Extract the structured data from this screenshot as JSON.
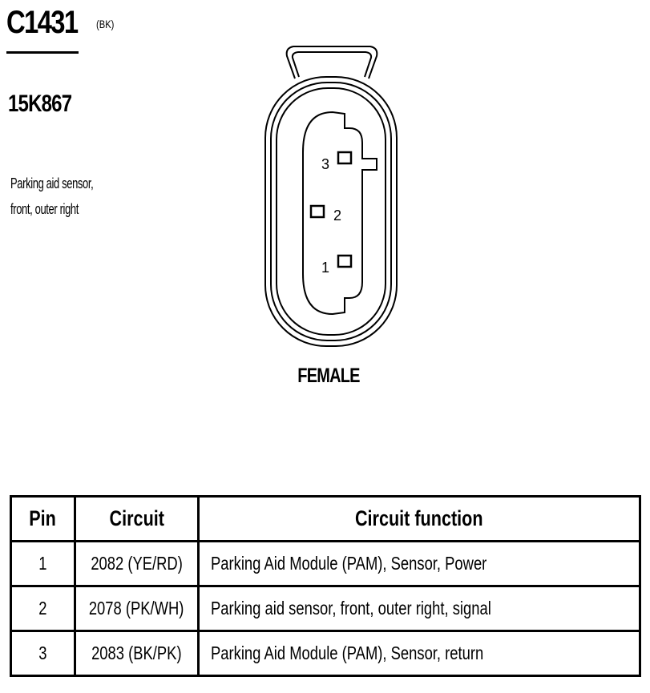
{
  "header": {
    "connector_id": "C1431",
    "connector_color": "(BK)",
    "part_number": "15K867",
    "description_lines": [
      "Parking aid sensor,",
      "front, outer right"
    ]
  },
  "diagram": {
    "gender": "FEMALE",
    "pins": [
      {
        "label": "3"
      },
      {
        "label": "2"
      },
      {
        "label": "1"
      }
    ]
  },
  "table": {
    "headers": [
      "Pin",
      "Circuit",
      "Circuit function"
    ],
    "rows": [
      {
        "pin": "1",
        "circuit": "2082 (YE/RD)",
        "function": "Parking Aid Module (PAM), Sensor, Power"
      },
      {
        "pin": "2",
        "circuit": "2078 (PK/WH)",
        "function": "Parking aid sensor, front, outer right, signal"
      },
      {
        "pin": "3",
        "circuit": "2083 (BK/PK)",
        "function": "Parking Aid Module (PAM), Sensor, return"
      }
    ]
  }
}
